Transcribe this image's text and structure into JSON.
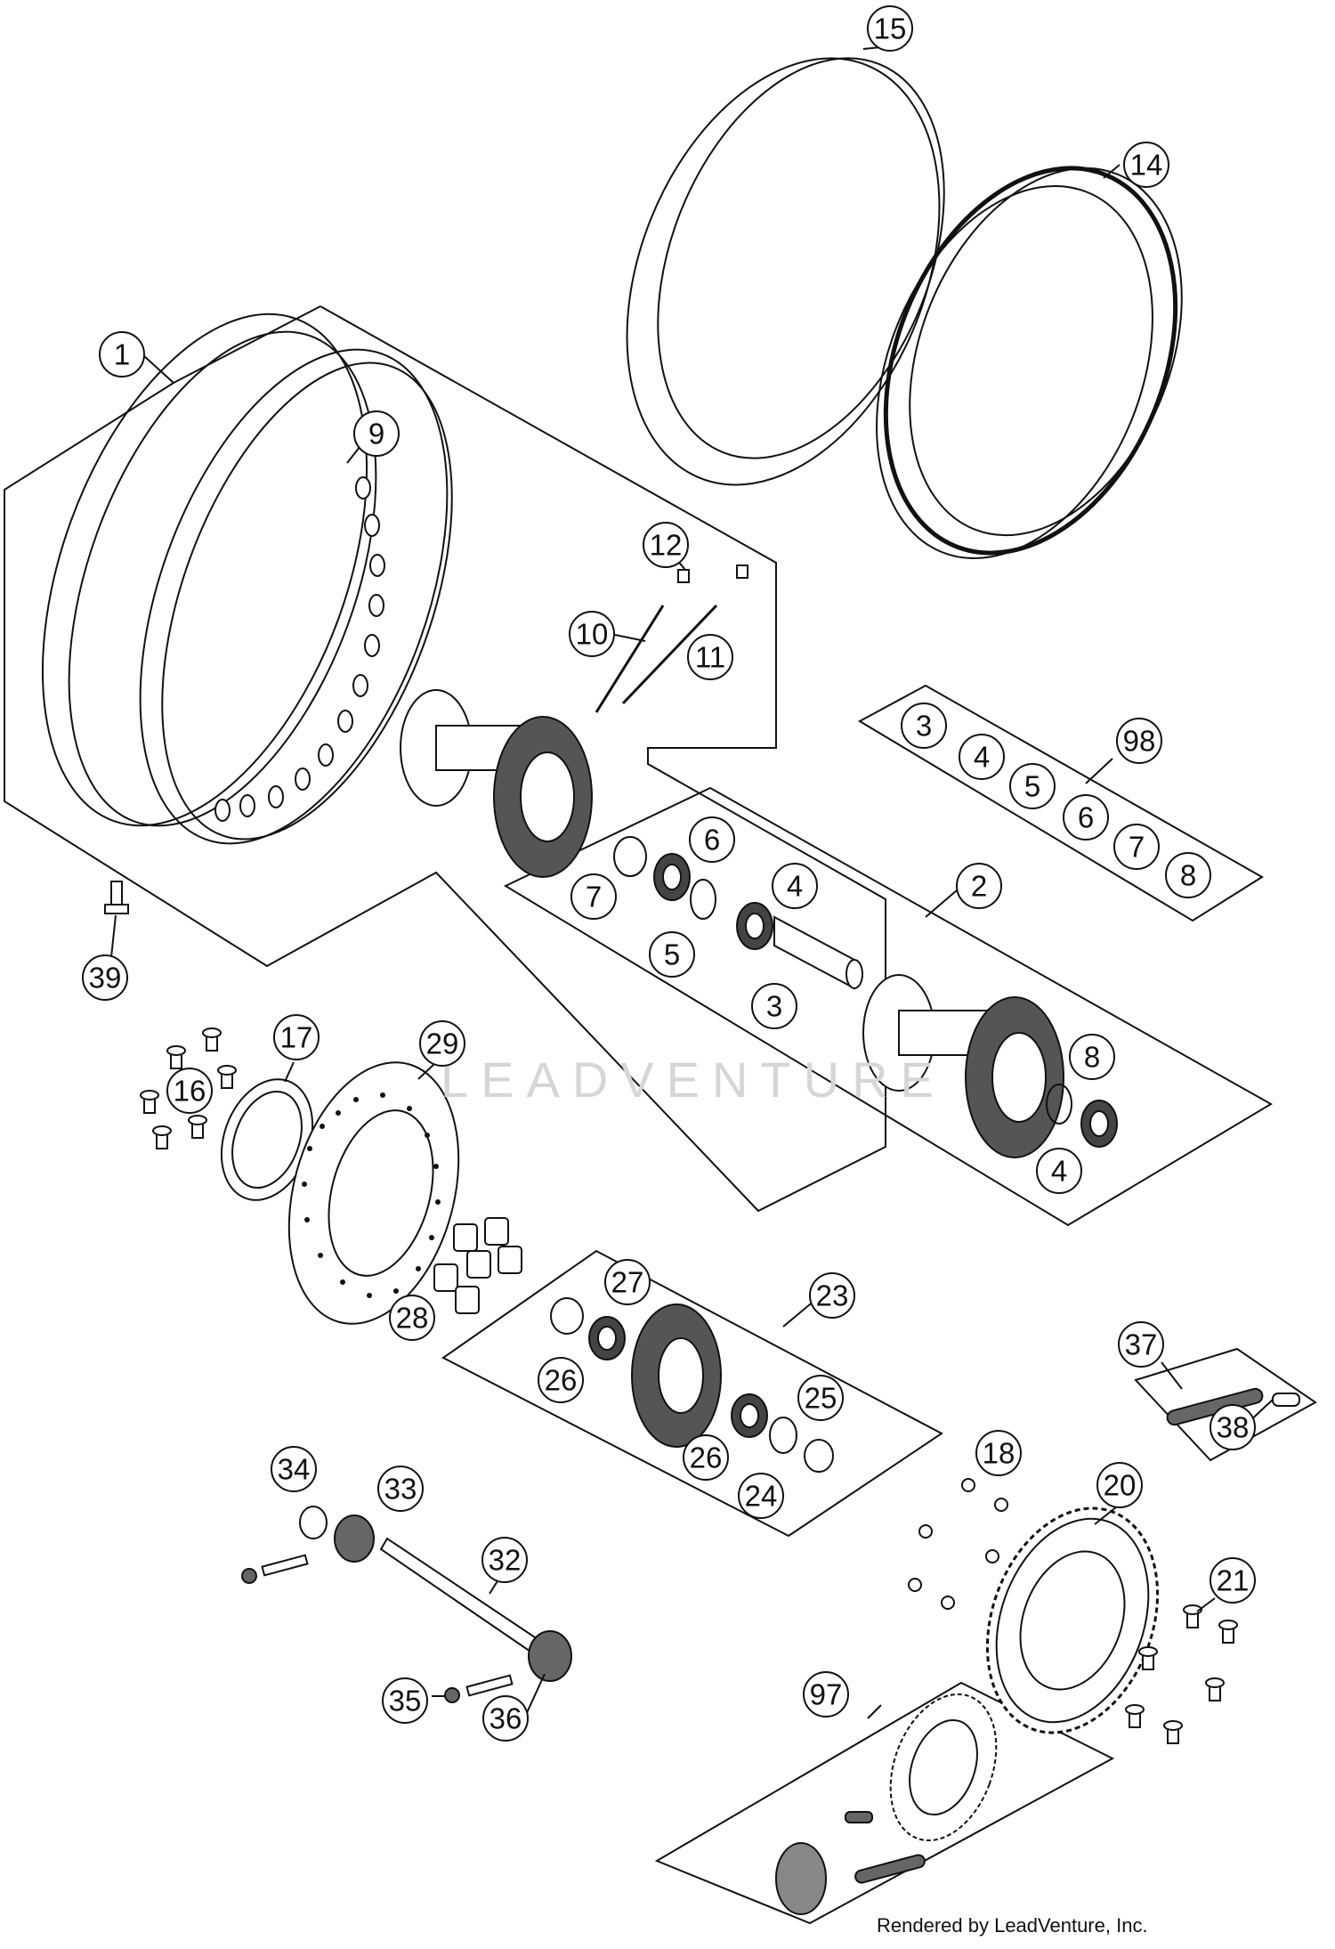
{
  "watermark": "LEADVENTURE",
  "footer": "Rendered by LeadVenture, Inc.",
  "callouts": [
    "15",
    "14",
    "1",
    "9",
    "12",
    "10",
    "11",
    "3",
    "4",
    "5",
    "6",
    "7",
    "8",
    "98",
    "2",
    "6",
    "7",
    "5",
    "4",
    "3",
    "8",
    "4",
    "39",
    "17",
    "16",
    "29",
    "28",
    "27",
    "23",
    "26",
    "25",
    "26",
    "24",
    "37",
    "38",
    "18",
    "20",
    "34",
    "33",
    "32",
    "21",
    "35",
    "36",
    "97"
  ]
}
